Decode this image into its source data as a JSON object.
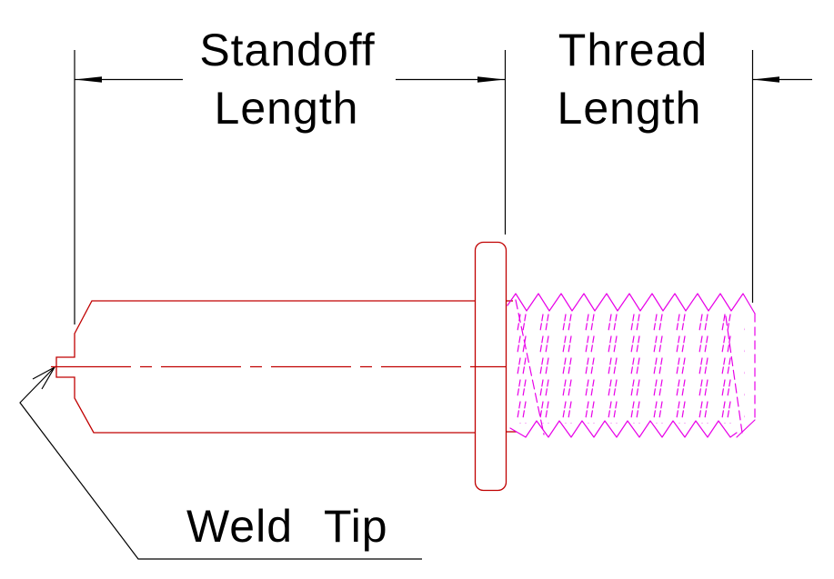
{
  "diagram": {
    "type": "technical-drawing",
    "subject": "Weld stud showing standoff length, thread length and weld tip",
    "labels": {
      "standoff_line1": "Standoff",
      "standoff_line2": "Length",
      "thread_line1": "Thread",
      "thread_line2": "Length",
      "weld_tip": "Weld Tip"
    },
    "colors": {
      "background": "#ffffff",
      "dimension": "#000000",
      "part_outline": "#c00000",
      "thread": "#e800e8"
    }
  }
}
